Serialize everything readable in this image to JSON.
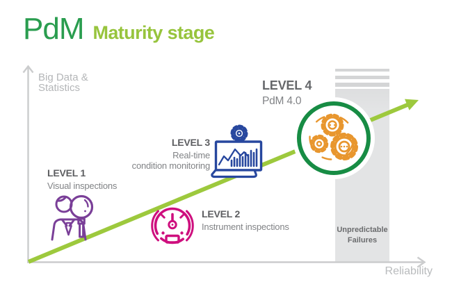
{
  "title": {
    "pdm": "PdM",
    "stage": "Maturity stage"
  },
  "axes": {
    "y_label": [
      "Big Data &",
      "Statistics"
    ],
    "x_label": "Reliability"
  },
  "levels": [
    {
      "label": "LEVEL 1",
      "lines": [
        "Visual inspections"
      ],
      "icon": "person-magnifier-icon",
      "color": "#7a3f98"
    },
    {
      "label": "LEVEL 2",
      "lines": [
        "Instrument inspections"
      ],
      "icon": "gauge-icon",
      "color": "#ce0f7e"
    },
    {
      "label": "LEVEL 3",
      "lines": [
        "Real-time",
        "condition monitoring"
      ],
      "icon": "laptop-monitoring-icon",
      "color": "#27479e"
    },
    {
      "label": "LEVEL 4",
      "lines": [
        "PdM 4.0"
      ],
      "icon": "gears-icon",
      "color": "#e8962e"
    }
  ],
  "failure_zone": {
    "lines": [
      "Unpredictable",
      "Failures"
    ]
  },
  "colors": {
    "title_green": "#2a9d4f",
    "title_light_green": "#97c43d",
    "trend_line_green": "#9dc93d",
    "level4_ring_green": "#178c44",
    "zone_gray": "#e3e4e5",
    "zone_stripe_gray": "#d4d5d6",
    "axis_gray": "#cbcccd",
    "label_dark_gray": "#5d5e61",
    "label_light_gray": "#818386",
    "axis_label_gray": "#b4b6b8"
  }
}
